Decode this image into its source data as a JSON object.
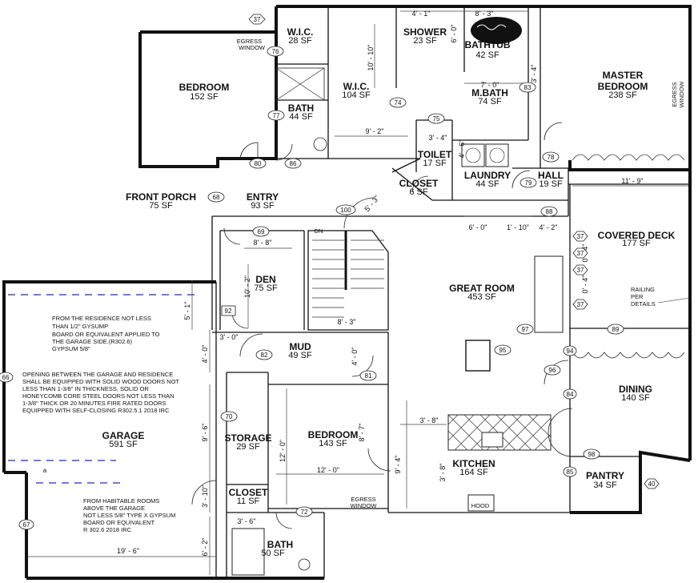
{
  "rooms": {
    "wic1": {
      "name": "W.I.C.",
      "area": "28 SF"
    },
    "shower": {
      "name": "SHOWER",
      "area": "23 SF"
    },
    "bathtub": {
      "name": "BATHTUB",
      "area": "42 SF"
    },
    "master": {
      "name": "MASTER",
      "name2": "BEDROOM",
      "area": "238 SF"
    },
    "bedroom1": {
      "name": "BEDROOM",
      "area": "152 SF"
    },
    "wic2": {
      "name": "W.I.C.",
      "area": "104 SF"
    },
    "mbath": {
      "name": "M.BATH",
      "area": "74 SF"
    },
    "bath1": {
      "name": "BATH",
      "area": "44 SF"
    },
    "toilet": {
      "name": "TOILET",
      "area": "17 SF"
    },
    "laundry": {
      "name": "LAUNDRY",
      "area": "44 SF"
    },
    "hall": {
      "name": "HALL",
      "area": "19 SF"
    },
    "closet1": {
      "name": "CLOSET",
      "area": "6 SF"
    },
    "porch": {
      "name": "FRONT PORCH",
      "area": "75 SF"
    },
    "entry": {
      "name": "ENTRY",
      "area": "93 SF"
    },
    "deck": {
      "name": "COVERED DECK",
      "area": "177 SF"
    },
    "den": {
      "name": "DEN",
      "area": "75 SF"
    },
    "great": {
      "name": "GREAT ROOM",
      "area": "453 SF"
    },
    "mud": {
      "name": "MUD",
      "area": "49 SF"
    },
    "dining": {
      "name": "DINING",
      "area": "140 SF"
    },
    "garage": {
      "name": "GARAGE",
      "area": "591 SF"
    },
    "storage": {
      "name": "STORAGE",
      "area": "29 SF"
    },
    "bedroom2": {
      "name": "BEDROOM",
      "area": "143 SF"
    },
    "kitchen": {
      "name": "KITCHEN",
      "area": "164 SF"
    },
    "pantry": {
      "name": "PANTRY",
      "area": "34 SF"
    },
    "closet2": {
      "name": "CLOSET",
      "area": "11 SF"
    },
    "bath2": {
      "name": "BATH",
      "area": "50 SF"
    }
  },
  "dimensions": {
    "d1": "4' - 1\"",
    "d2": "8' - 3\"",
    "d3": "6' - 0\"",
    "d4": "10' - 10\"",
    "d5": "3' - 4\"",
    "d6": "7' - 0\"",
    "d7": "9' - 2\"",
    "d8": "3' - 4\"",
    "d9": "4' - 6\"",
    "d10": "11' - 9\"",
    "d11": "5' - 3\"",
    "d12": "6' - 0\"",
    "d13": "1' - 10\"",
    "d14": "4' - 2\"",
    "d15": "8' - 8\"",
    "d16": "10' - 2\"",
    "d17": "5' - 1\"",
    "d18": "8' - 3\"",
    "d19": "3' - 0\"",
    "d20": "4' - 0\"",
    "d21": "4' - 0\"",
    "d22": "0' - 4\"",
    "d23": "0' - 4\"",
    "d24": "9' - 6\"",
    "d25": "12' - 0\"",
    "d26": "12' - 0\"",
    "d27": "8' - 7\"",
    "d28": "3' - 8\"",
    "d29": "9' - 4\"",
    "d30": "3' - 8\"",
    "d31": "3' - 10\"",
    "d32": "3' - 6\"",
    "d33": "6' - 2\"",
    "d34": "19' - 6\""
  },
  "notes": {
    "egress1": [
      "EGRESS",
      "WINDOW"
    ],
    "egress2": [
      "EGRESS",
      "WINDOW"
    ],
    "egress3": [
      "EGRESS",
      "WINDOW"
    ],
    "railing": [
      "RAILING",
      "PER",
      "DETAILS"
    ],
    "dn": "DN",
    "hood": "HOOD",
    "gypsum": [
      "FROM THE RESIDENCE  NOT LESS",
      "THAN 1/2\" GYSUMP",
      "BOARD OR EQUIVALENT APPLIED TO",
      "THE GARAGE SIDE.(R302.6)",
      "GYPSUM 5/8\""
    ],
    "opening": [
      "OPENING BETWEEN THE GARAGE AND RESIDENCE",
      "SHALL BE EQUIPPED WITH SOLID WOOD DOORS NOT",
      "LESS THAN 1-3/8\" IN THICKNESS, SOLID OR",
      "HONEYCOMB CORE STEEL DOORS NOT LESS THAN",
      "1-3/8\" THICK OR 20 MINUTES FIRE RATED DOORS",
      "EQUIPPED WITH SELF-CLOSING R302.5.1 2018 IRC"
    ],
    "habitable": [
      "FROM HABITABLE ROOMS",
      "ABOVE THE GARAGE",
      "NOT LESS 5/8\" TYPE X GYPSUM",
      "BOARD OR EQUIVALENT",
      "R 302.6 2018 IRC"
    ]
  },
  "tags": {
    "t37a": "37",
    "t76": "76",
    "t77": "77",
    "t74": "74",
    "t75": "75",
    "t83": "83",
    "t80": "80",
    "t86": "86",
    "t78": "78",
    "t79": "79",
    "t68": "68",
    "t100": "100",
    "t88": "88",
    "t69": "69",
    "t37b": "37",
    "t37c": "37",
    "t37d": "37",
    "t37e": "37",
    "t92": "92",
    "t97": "97",
    "t89": "89",
    "t95": "95",
    "t82": "82",
    "t94": "94",
    "t66": "66",
    "t81": "81",
    "t96": "96",
    "t84": "84",
    "t70": "70",
    "t98": "98",
    "t85": "85",
    "t40": "40",
    "t72": "72",
    "t67": "67",
    "ta": "a"
  }
}
